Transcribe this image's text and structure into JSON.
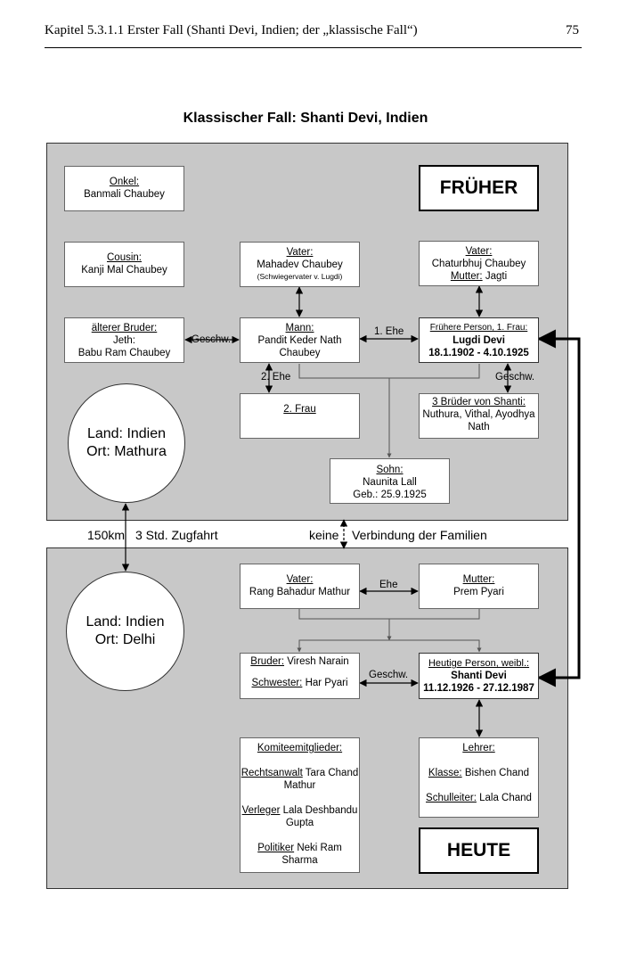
{
  "header": {
    "title": "Kapitel 5.3.1.1 Erster Fall (Shanti Devi, Indien; der „klassische Fall“)",
    "page_number": "75"
  },
  "diagram_title": "Klassischer Fall: Shanti Devi, Indien",
  "past": {
    "label": "FRÜHER",
    "place_circle": {
      "land": "Land: Indien",
      "ort": "Ort: Mathura"
    },
    "uncle": {
      "role": "Onkel:",
      "name": "Banmali Chaubey"
    },
    "cousin": {
      "role": "Cousin:",
      "name": "Kanji Mal Chaubey"
    },
    "elder_brother": {
      "role": "älterer Bruder:",
      "line2": "Jeth:",
      "name": "Babu Ram Chaubey"
    },
    "father_in_law": {
      "role": "Vater:",
      "name": "Mahadev Chaubey",
      "note": "(Schwiegervater v. Lugdi)"
    },
    "lugdi_parents": {
      "father_role": "Vater:",
      "father_name": "Chaturbhuj Chaubey",
      "mother_role": "Mutter:",
      "mother_name": "Jagti"
    },
    "husband": {
      "role": "Mann:",
      "name": "Pandit Keder Nath Chaubey"
    },
    "former_person": {
      "role": "Frühere Person, 1. Frau:",
      "name": "Lugdi Devi",
      "dates": "18.1.1902 - 4.10.1925"
    },
    "second_wife": {
      "label": "2. Frau"
    },
    "brothers": {
      "role": "3 Brüder von Shanti:",
      "names": "Nuthura, Vithal, Ayodhya Nath"
    },
    "son": {
      "role": "Sohn:",
      "name": "Naunita Lall",
      "born": "Geb.: 25.9.1925"
    },
    "edge_labels": {
      "geschw_left": "Geschw.",
      "ehe1": "1. Ehe",
      "ehe2": "2. Ehe",
      "geschw_right": "Geschw."
    }
  },
  "between": {
    "distance": "150km",
    "travel": "3 Std. Zugfahrt",
    "no_connection_1": "keine",
    "no_connection_2": "Verbindung der Familien"
  },
  "present": {
    "label": "HEUTE",
    "place_circle": {
      "land": "Land: Indien",
      "ort": "Ort: Delhi"
    },
    "father": {
      "role": "Vater:",
      "name": "Rang Bahadur Mathur"
    },
    "mother": {
      "role": "Mutter:",
      "name": "Prem Pyari"
    },
    "siblings": {
      "brother_role": "Bruder:",
      "brother_name": "Viresh Narain",
      "sister_role": "Schwester:",
      "sister_name": "Har Pyari"
    },
    "present_person": {
      "role": "Heutige Person, weibl.:",
      "name": "Shanti Devi",
      "dates": "11.12.1926 - 27.12.1987"
    },
    "committee": {
      "title": "Komiteemitglieder:",
      "lawyer_role": "Rechtsanwalt",
      "lawyer_name": "Tara Chand Mathur",
      "publisher_role": "Verleger",
      "publisher_name": "Lala Deshbandu Gupta",
      "politician_role": "Politiker",
      "politician_name": "Neki Ram Sharma"
    },
    "teacher": {
      "title": "Lehrer:",
      "class_role": "Klasse:",
      "class_name": "Bishen Chand",
      "head_role": "Schulleiter:",
      "head_name": "Lala Chand"
    },
    "edge_labels": {
      "ehe": "Ehe",
      "geschw": "Geschw."
    }
  }
}
